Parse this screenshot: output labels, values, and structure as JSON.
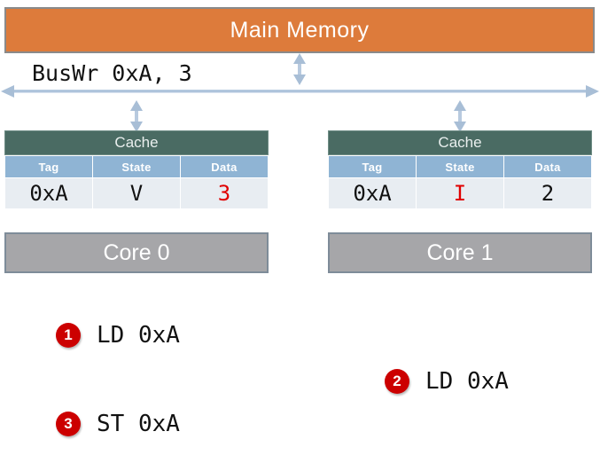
{
  "diagram": {
    "memory": {
      "label": "Main Memory"
    },
    "bus": {
      "label": "BusWr 0xA, 3",
      "icon": "double-headed-horizontal-arrow"
    },
    "connectors": [
      {
        "name": "memory-to-bus",
        "icon": "double-headed-vertical-arrow"
      },
      {
        "name": "bus-to-cache-0",
        "icon": "double-headed-vertical-arrow"
      },
      {
        "name": "bus-to-cache-1",
        "icon": "double-headed-vertical-arrow"
      }
    ],
    "caches": [
      {
        "title": "Cache",
        "columns": [
          "Tag",
          "State",
          "Data"
        ],
        "row": {
          "tag": "0xA",
          "state": "V",
          "data": "3"
        },
        "state_highlight": false,
        "data_highlight": true,
        "core": "Core 0"
      },
      {
        "title": "Cache",
        "columns": [
          "Tag",
          "State",
          "Data"
        ],
        "row": {
          "tag": "0xA",
          "state": "I",
          "data": "2"
        },
        "state_highlight": true,
        "data_highlight": false,
        "core": "Core 1"
      }
    ],
    "instructions": [
      {
        "number": "1",
        "text": "LD 0xA"
      },
      {
        "number": "2",
        "text": "LD 0xA"
      },
      {
        "number": "3",
        "text": "ST 0xA"
      }
    ],
    "colors": {
      "memory_fill": "#DD7B3B",
      "cache_header": "#4A6B63",
      "column_header": "#8FB4D4",
      "cell_fill": "#E8EDF2",
      "core_fill": "#A6A6A9",
      "badge": "#CC0000",
      "highlight_text": "#E00000",
      "arrow": "#A8BED6"
    }
  }
}
